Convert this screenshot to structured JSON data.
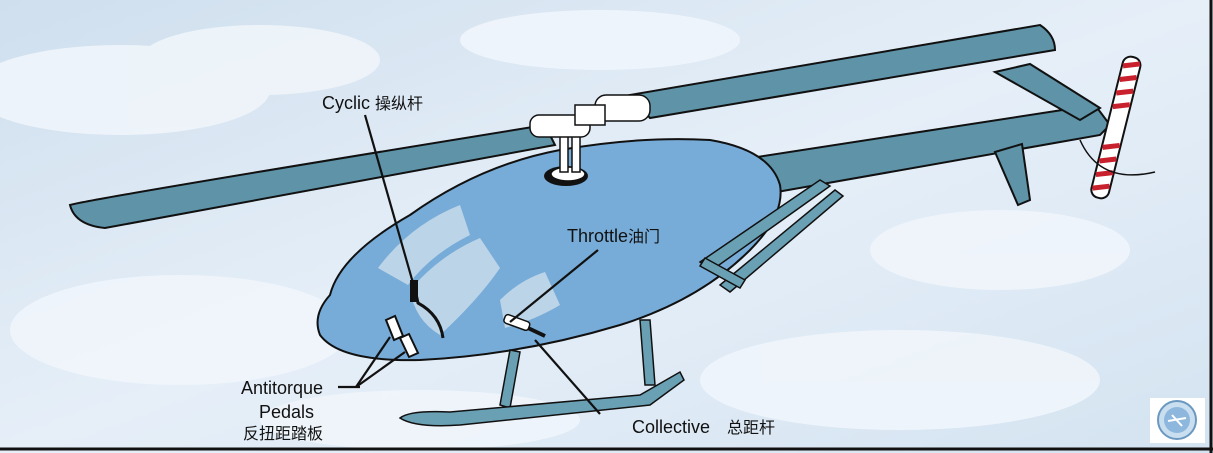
{
  "labels": {
    "cyclic": {
      "en": "Cyclic",
      "cn": "操纵杆"
    },
    "throttle": {
      "en": "Throttle",
      "cn": "油门"
    },
    "antitorque": {
      "en_line1": "Antitorque",
      "en_line2": "Pedals",
      "cn": "反扭距踏板"
    },
    "collective": {
      "en": "Collective",
      "cn": "总距杆"
    }
  },
  "colors": {
    "sky": "#dbe8f3",
    "cloud": "#eef4fa",
    "body": "#78acd8",
    "blade": "#5e93a8",
    "skid": "#6aa0b4",
    "window": "#c3d8ea",
    "outline": "#111111",
    "tail_stripe": "#c8202c"
  },
  "icons": {
    "watermark": "helicopter-emblem-icon"
  }
}
